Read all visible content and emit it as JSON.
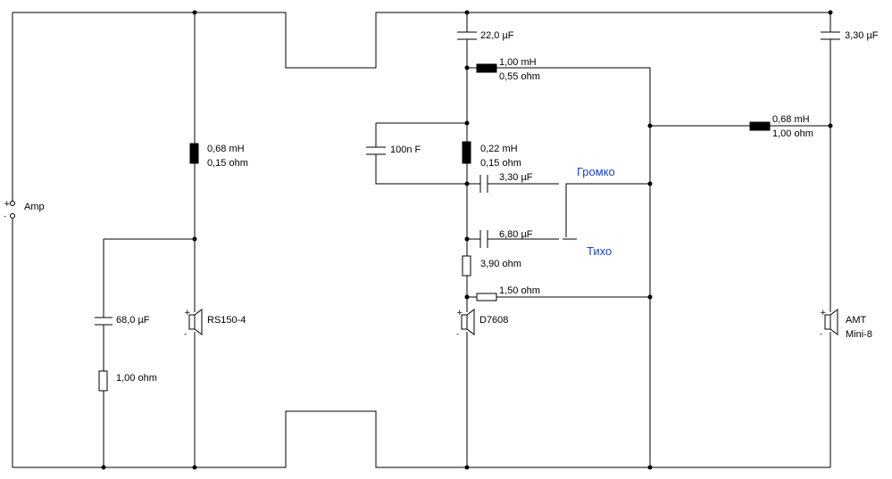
{
  "input": {
    "label": "Amp",
    "plus": "+",
    "minus": "-"
  },
  "woofer": {
    "inductor": {
      "value": "0,68 mH",
      "resistance": "0,15 ohm"
    },
    "zobel_cap": "68,0 µF",
    "zobel_res": "1,00 ohm",
    "speaker": "RS150-4"
  },
  "midrange": {
    "series_cap": "22,0 µF",
    "series_inductor": {
      "value": "1,00 mH",
      "resistance": "0,55 ohm"
    },
    "bypass_cap": "100n F",
    "shunt_inductor": {
      "value": "0,22 mH",
      "resistance": "0,15 ohm"
    },
    "loud_cap": "3,30 µF",
    "quiet_cap": "6,80 µF",
    "shunt_res": "3,90 ohm",
    "series_res": "1,50 ohm",
    "speaker": "D7608"
  },
  "switch": {
    "loud": "Громко",
    "quiet": "Тихо"
  },
  "tweeter": {
    "series_cap": "3,30 µF",
    "shunt_inductor": {
      "value": "0,68 mH",
      "resistance": "1,00 ohm"
    },
    "speaker_line1": "AMT",
    "speaker_line2": "Mini-8"
  }
}
